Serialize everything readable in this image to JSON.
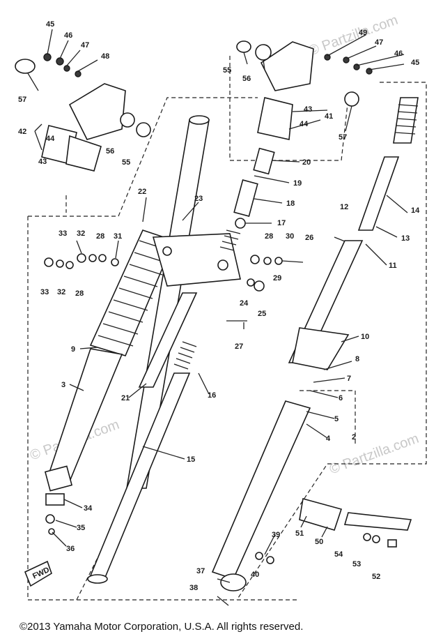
{
  "copyright": "©2013 Yamaha Motor Corporation, U.S.A. All rights reserved.",
  "watermark": "© Partzilla.com",
  "corner_badge": "FWD",
  "colors": {
    "ink": "#1a1a1a",
    "watermark": "#c8c8c8",
    "background": "#ffffff"
  },
  "labels": [
    {
      "id": "l45a",
      "text": "45"
    },
    {
      "id": "l46a",
      "text": "46"
    },
    {
      "id": "l47a",
      "text": "47"
    },
    {
      "id": "l48",
      "text": "48"
    },
    {
      "id": "l57a",
      "text": "57"
    },
    {
      "id": "l42",
      "text": "42"
    },
    {
      "id": "l44a",
      "text": "44"
    },
    {
      "id": "l43a",
      "text": "43"
    },
    {
      "id": "l56a",
      "text": "56"
    },
    {
      "id": "l55a",
      "text": "55"
    },
    {
      "id": "l55b",
      "text": "55"
    },
    {
      "id": "l56b",
      "text": "56"
    },
    {
      "id": "l49",
      "text": "49"
    },
    {
      "id": "l47b",
      "text": "47"
    },
    {
      "id": "l46b",
      "text": "46"
    },
    {
      "id": "l45b",
      "text": "45"
    },
    {
      "id": "l43b",
      "text": "43"
    },
    {
      "id": "l41",
      "text": "41"
    },
    {
      "id": "l44b",
      "text": "44"
    },
    {
      "id": "l57b",
      "text": "57"
    },
    {
      "id": "l20",
      "text": "20"
    },
    {
      "id": "l19",
      "text": "19"
    },
    {
      "id": "l18",
      "text": "18"
    },
    {
      "id": "l17",
      "text": "17"
    },
    {
      "id": "l22",
      "text": "22"
    },
    {
      "id": "l23",
      "text": "23"
    },
    {
      "id": "l33a",
      "text": "33"
    },
    {
      "id": "l32a",
      "text": "32"
    },
    {
      "id": "l28a",
      "text": "28"
    },
    {
      "id": "l31",
      "text": "31"
    },
    {
      "id": "l33b",
      "text": "33"
    },
    {
      "id": "l32b",
      "text": "32"
    },
    {
      "id": "l28b",
      "text": "28"
    },
    {
      "id": "l28c",
      "text": "28"
    },
    {
      "id": "l30",
      "text": "30"
    },
    {
      "id": "l26",
      "text": "26"
    },
    {
      "id": "l29",
      "text": "29"
    },
    {
      "id": "l24",
      "text": "24"
    },
    {
      "id": "l25",
      "text": "25"
    },
    {
      "id": "l27",
      "text": "27"
    },
    {
      "id": "l12",
      "text": "12"
    },
    {
      "id": "l14",
      "text": "14"
    },
    {
      "id": "l13",
      "text": "13"
    },
    {
      "id": "l11",
      "text": "11"
    },
    {
      "id": "l10",
      "text": "10"
    },
    {
      "id": "l9",
      "text": "9"
    },
    {
      "id": "l8",
      "text": "8"
    },
    {
      "id": "l7",
      "text": "7"
    },
    {
      "id": "l6",
      "text": "6"
    },
    {
      "id": "l5",
      "text": "5"
    },
    {
      "id": "l4",
      "text": "4"
    },
    {
      "id": "l2",
      "text": "2"
    },
    {
      "id": "l3",
      "text": "3"
    },
    {
      "id": "l21",
      "text": "21"
    },
    {
      "id": "l16",
      "text": "16"
    },
    {
      "id": "l15",
      "text": "15"
    },
    {
      "id": "l34",
      "text": "34"
    },
    {
      "id": "l35",
      "text": "35"
    },
    {
      "id": "l36",
      "text": "36"
    },
    {
      "id": "l39",
      "text": "39"
    },
    {
      "id": "l40",
      "text": "40"
    },
    {
      "id": "l37",
      "text": "37"
    },
    {
      "id": "l38",
      "text": "38"
    },
    {
      "id": "l51",
      "text": "51"
    },
    {
      "id": "l50",
      "text": "50"
    },
    {
      "id": "l54",
      "text": "54"
    },
    {
      "id": "l53",
      "text": "53"
    },
    {
      "id": "l52",
      "text": "52"
    }
  ]
}
